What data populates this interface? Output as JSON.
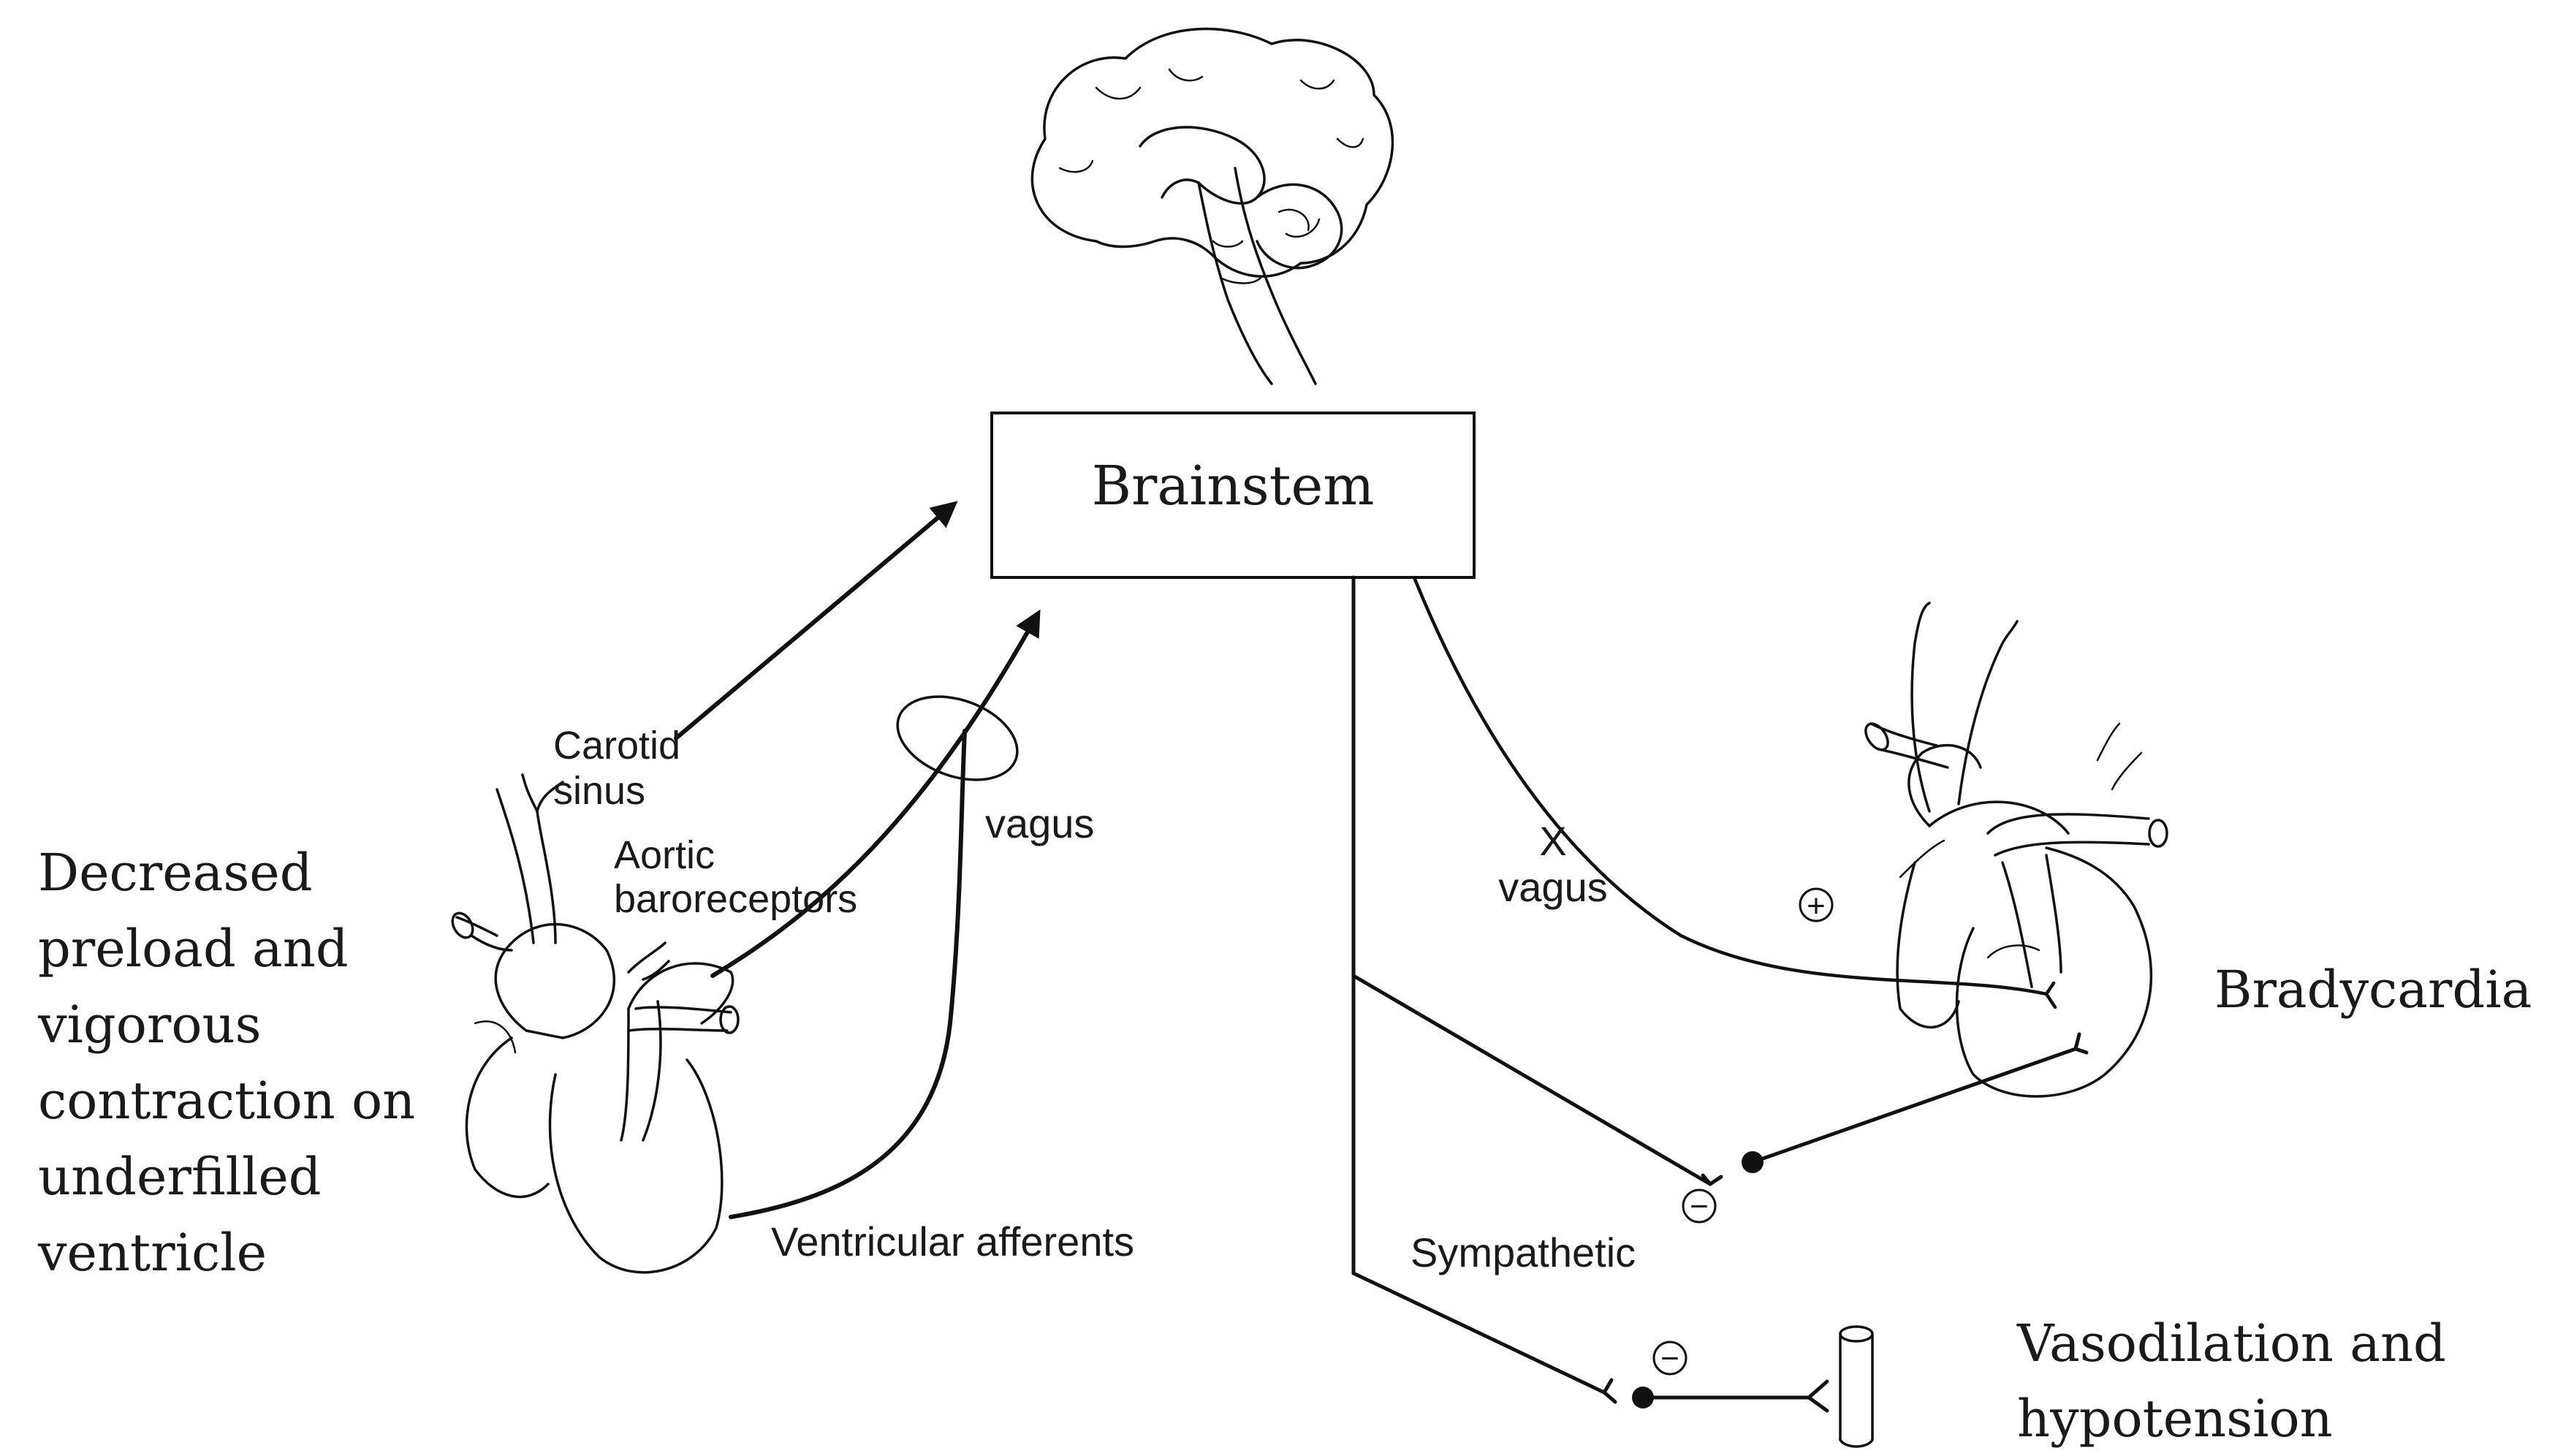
{
  "center": {
    "label": "Brainstem"
  },
  "left_text": {
    "lines": [
      "Decreased",
      "preload and",
      "vigorous",
      "contraction on",
      "underfilled",
      "ventricle"
    ]
  },
  "labels": {
    "carotid": [
      "Carotid",
      "sinus"
    ],
    "aortic": [
      "Aortic",
      "baroreceptors"
    ],
    "vagus_afferent": "vagus",
    "ventricular": "Ventricular afferents",
    "vagus_efferent_x": "X",
    "vagus_efferent": "vagus",
    "sympathetic": "Sympathetic"
  },
  "signs": {
    "plus": "+",
    "minus": "−"
  },
  "outcomes": {
    "bradycardia": "Bradycardia",
    "vasodilation": [
      "Vasodilation and",
      "hypotension"
    ]
  }
}
